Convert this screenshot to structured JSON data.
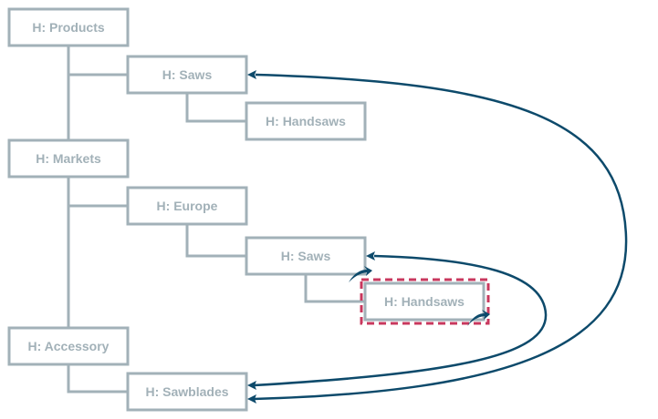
{
  "diagram": {
    "colors": {
      "node_border": "#a2b1b8",
      "node_text": "#a2b1b8",
      "arrow": "#0d4a6b",
      "selection": "#c8385e"
    },
    "nodes": [
      {
        "id": "products",
        "label": "H: Products",
        "level": 0
      },
      {
        "id": "saws1",
        "label": "H: Saws",
        "level": 1,
        "parent": "products"
      },
      {
        "id": "handsaws1",
        "label": "H: Handsaws",
        "level": 2,
        "parent": "saws1"
      },
      {
        "id": "markets",
        "label": "H: Markets",
        "level": 0
      },
      {
        "id": "europe",
        "label": "H: Europe",
        "level": 1,
        "parent": "markets"
      },
      {
        "id": "saws2",
        "label": "H: Saws",
        "level": 2,
        "parent": "europe"
      },
      {
        "id": "handsaws2",
        "label": "H: Handsaws",
        "level": 3,
        "parent": "saws2",
        "selected": true
      },
      {
        "id": "accessory",
        "label": "H: Accessory",
        "level": 0
      },
      {
        "id": "sawblades",
        "label": "H: Sawblades",
        "level": 1,
        "parent": "accessory"
      }
    ],
    "links": [
      {
        "from": "sawblades",
        "to": "saws1"
      },
      {
        "from": "sawblades",
        "to": "saws2"
      },
      {
        "from": "handsaws2",
        "to": "saws2",
        "type": "short-curve"
      }
    ]
  }
}
